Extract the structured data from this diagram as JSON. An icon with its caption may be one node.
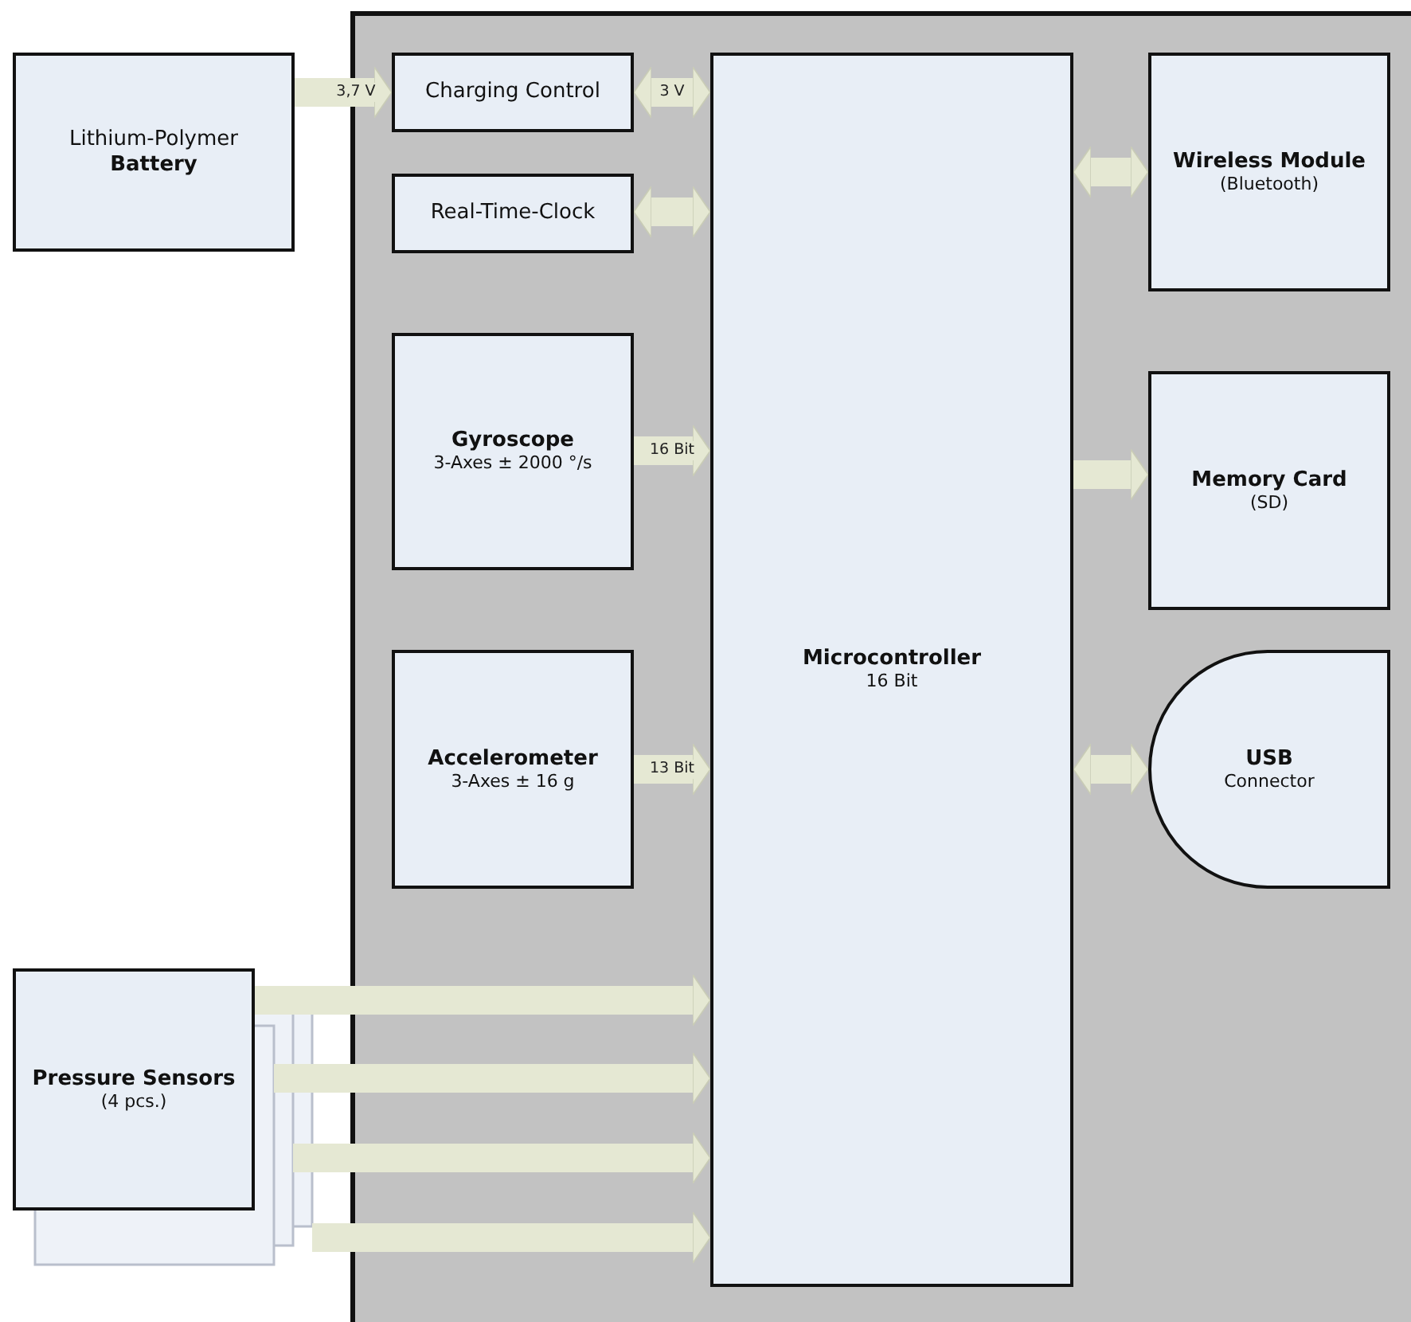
{
  "diagram": {
    "nodes": [
      {
        "text": [],
        "shape": "box"
      },
      {
        "text": [
          "Lithium-Polymer **Battery**"
        ]
      },
      {
        "text": [
          "Charging Control"
        ],
        "in": 0
      },
      {
        "text": [
          "Real-Time-Clock"
        ],
        "in": 0
      },
      {
        "text": [
          "Microcontroller",
          "16 Bit"
        ],
        "in": 0
      },
      {
        "text": [
          "Gyroscope",
          "3-Axes ± 2000 °/s"
        ],
        "in": 0
      },
      {
        "text": [
          "Accelerometer",
          "3-Axes ± 16 g"
        ],
        "in": 0
      },
      {
        "text": [
          "Pressure Sensors",
          "(4 pcs.)"
        ]
      },
      {
        "text": [
          "Wireless Module",
          "(Bluetooth)"
        ],
        "in": 0
      },
      {
        "text": [
          "Memory Card",
          "(SD)"
        ],
        "in": 0
      },
      {
        "text": [
          "USB",
          "Connector"
        ],
        "in": 0
      }
    ],
    "edges": [
      {
        "from": 1,
        "to": 2,
        "arrow": "to",
        "label": "3,7 V"
      },
      {
        "from": 2,
        "to": 4,
        "arrow": "both",
        "label": "3 V"
      },
      {
        "from": 3,
        "to": 4,
        "arrow": "both"
      },
      {
        "from": 5,
        "to": 4,
        "arrow": "to",
        "label": "16 Bit"
      },
      {
        "from": 6,
        "to": 4,
        "arrow": "to",
        "label": "13 Bit"
      },
      {
        "from": 7,
        "to": 4,
        "arrow": "to"
      },
      {
        "from": 7,
        "to": 4,
        "arrow": "to"
      },
      {
        "from": 7,
        "to": 4,
        "arrow": "to"
      },
      {
        "from": 7,
        "to": 4,
        "arrow": "to"
      },
      {
        "from": 4,
        "to": 8,
        "arrow": "both"
      },
      {
        "from": 4,
        "to": 9,
        "arrow": "to"
      },
      {
        "from": 4,
        "to": 10,
        "arrow": "both"
      }
    ]
  }
}
